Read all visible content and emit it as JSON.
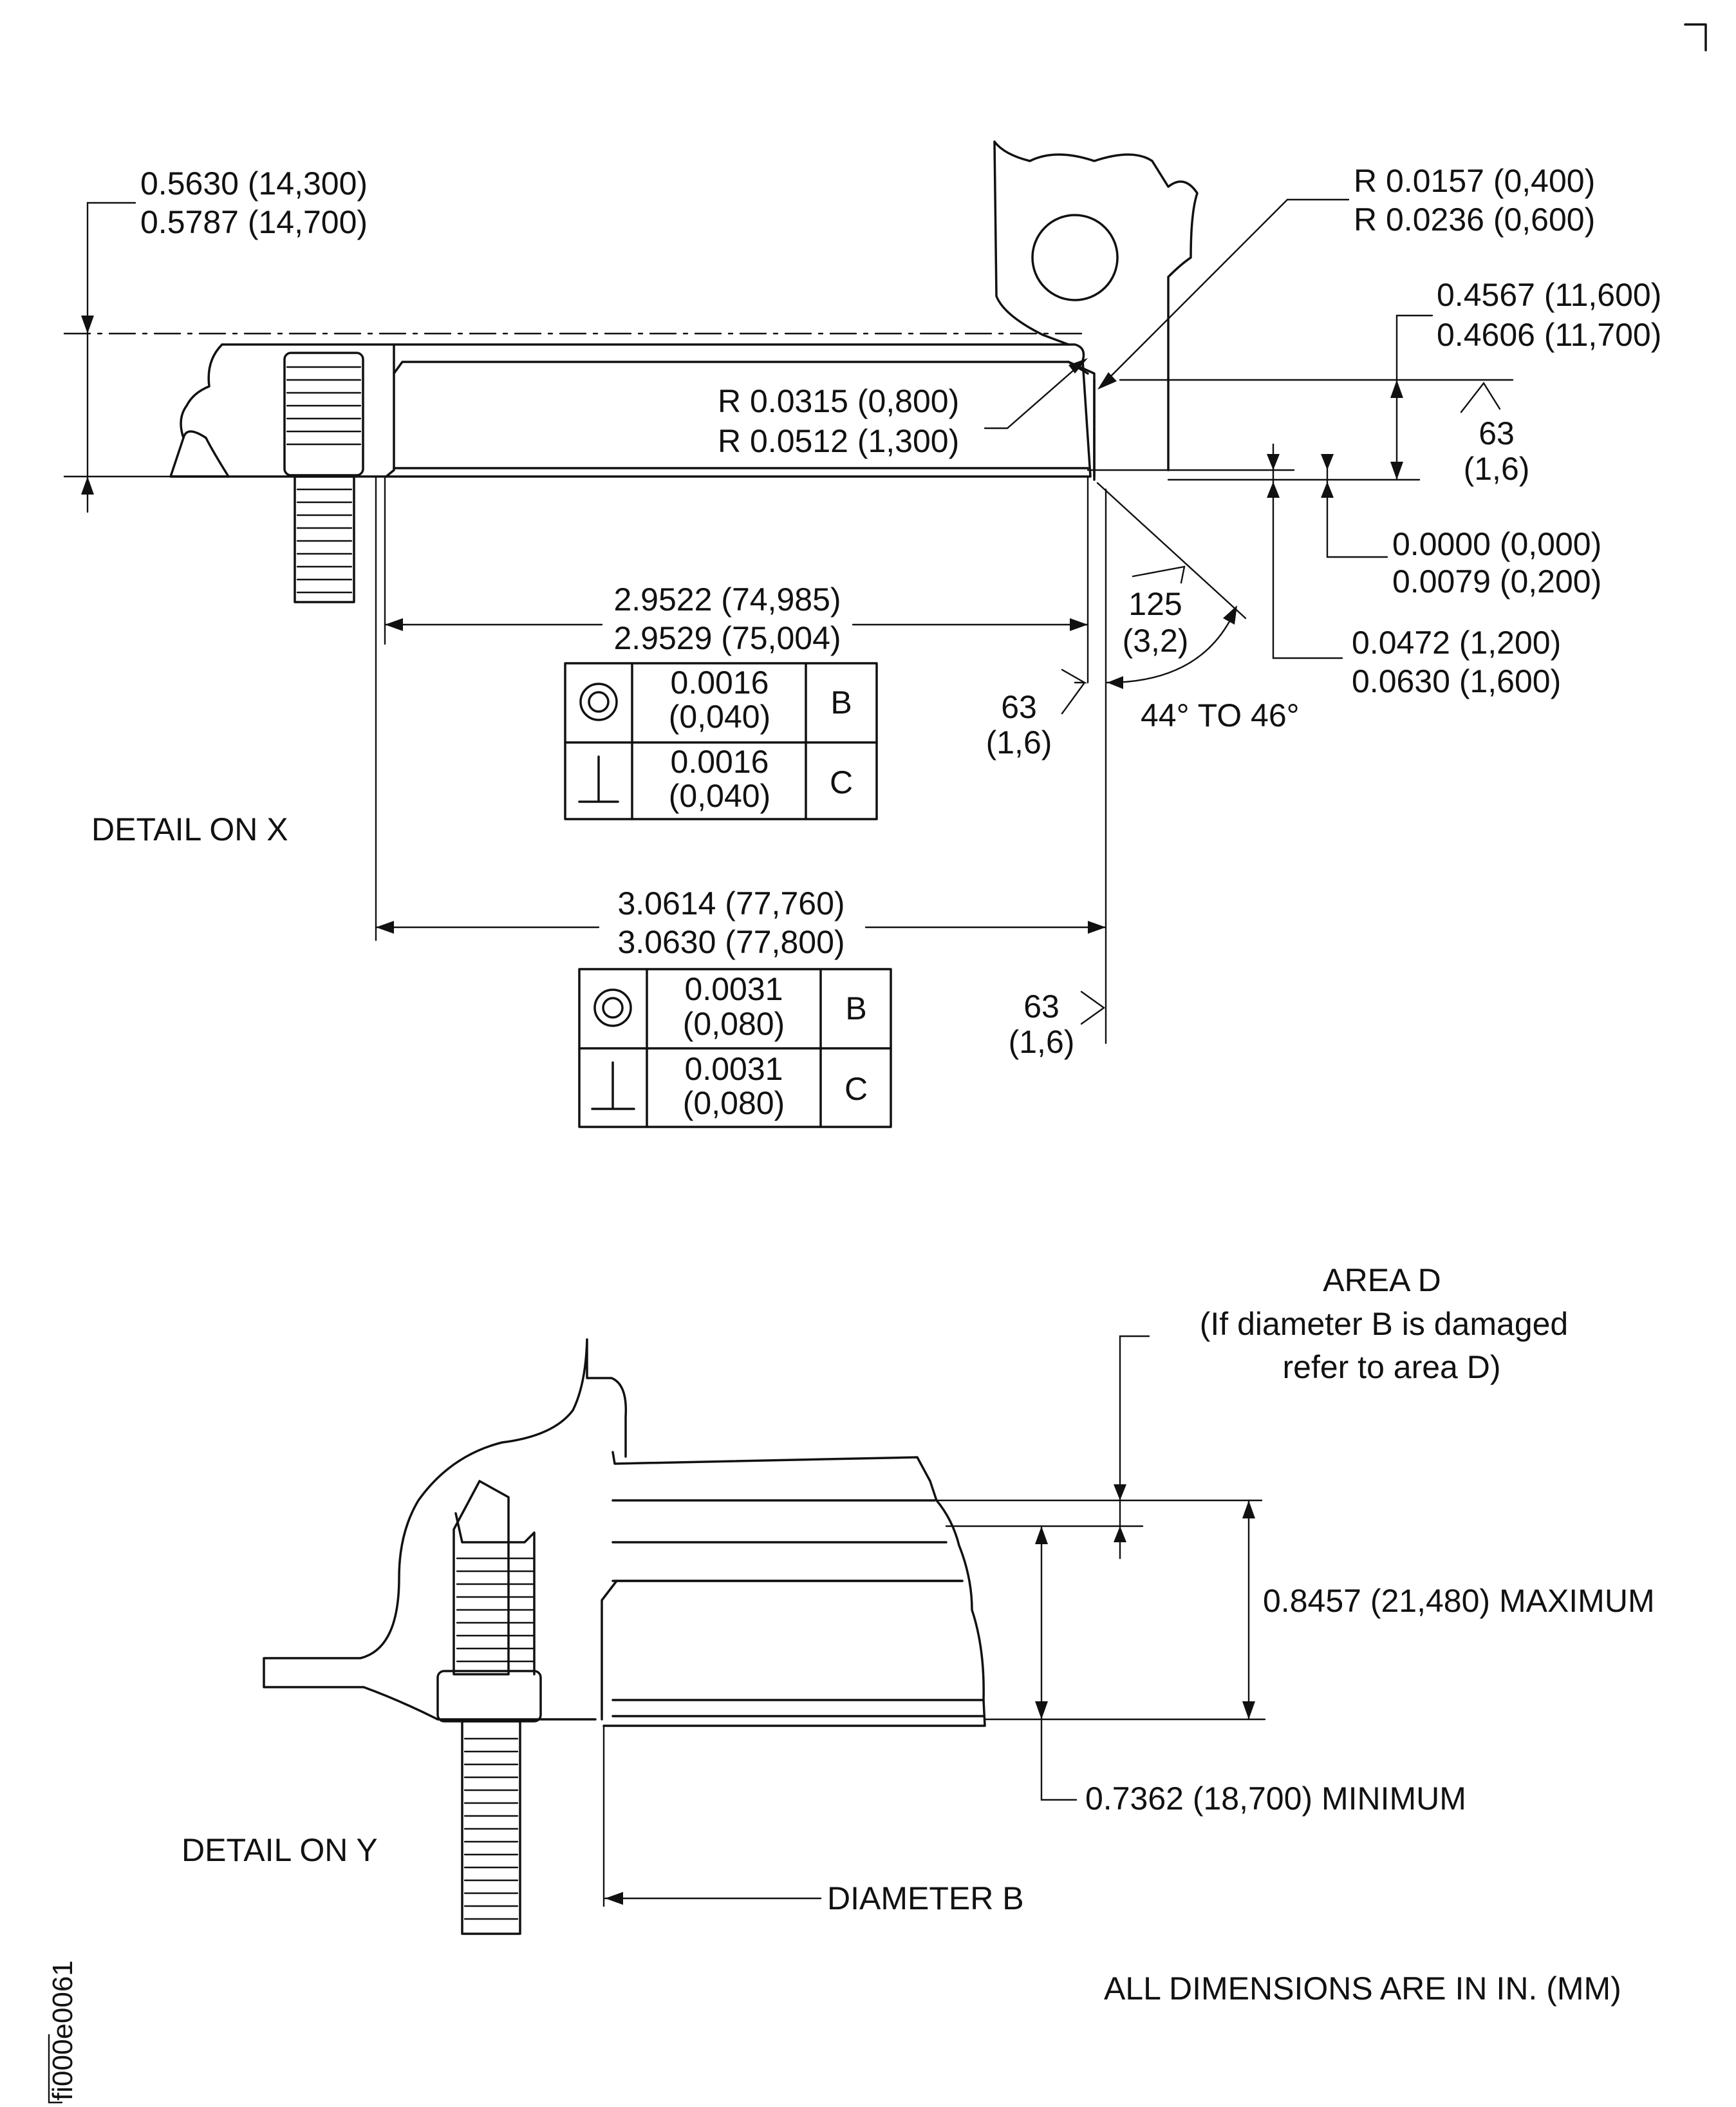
{
  "detail_x": {
    "title": "DETAIL ON X",
    "dim_height_upper": [
      "0.5630 (14,300)",
      "0.5787 (14,700)"
    ],
    "dim_radius_outer": [
      "R 0.0157 (0,400)",
      "R 0.0236 (0,600)"
    ],
    "dim_radius_inner": [
      "R 0.0315 (0,800)",
      "R 0.0512 (1,300)"
    ],
    "dim_flange_height": [
      "0.4567 (11,600)",
      "0.4606 (11,700)"
    ],
    "finish_63_a": [
      "63",
      "(1,6)"
    ],
    "dim_step_small": [
      "0.0000 (0,000)",
      "0.0079 (0,200)"
    ],
    "dim_step_large": [
      "0.0472 (1,200)",
      "0.0630 (1,600)"
    ],
    "finish_125": [
      "125",
      "(3,2)"
    ],
    "angle": "44° TO 46°",
    "finish_63_b": [
      "63",
      "(1,6)"
    ],
    "dim_diameter_inner": [
      "2.9522 (74,985)",
      "2.9529 (75,004)"
    ],
    "fcf_inner": [
      {
        "symbol_icon": "concentricity-icon",
        "tolerance": [
          "0.0016",
          "(0,040)"
        ],
        "datum": "B"
      },
      {
        "symbol_icon": "perpendicularity-icon",
        "tolerance": [
          "0.0016",
          "(0,040)"
        ],
        "datum": "C"
      }
    ],
    "dim_diameter_outer": [
      "3.0614 (77,760)",
      "3.0630 (77,800)"
    ],
    "fcf_outer": [
      {
        "symbol_icon": "concentricity-icon",
        "tolerance": [
          "0.0031",
          "(0,080)"
        ],
        "datum": "B"
      },
      {
        "symbol_icon": "perpendicularity-icon",
        "tolerance": [
          "0.0031",
          "(0,080)"
        ],
        "datum": "C"
      }
    ],
    "finish_63_c": [
      "63",
      "(1,6)"
    ]
  },
  "detail_y": {
    "title": "DETAIL ON Y",
    "area_note": [
      "AREA D",
      "(If diameter B is damaged",
      "refer to area D)"
    ],
    "dim_maximum": "0.8457 (21,480) MAXIMUM",
    "dim_minimum": "0.7362 (18,700) MINIMUM",
    "diameter_label": "DIAMETER B"
  },
  "units_note": "ALL DIMENSIONS ARE IN IN. (MM)",
  "figure_id": "fi000e0061"
}
